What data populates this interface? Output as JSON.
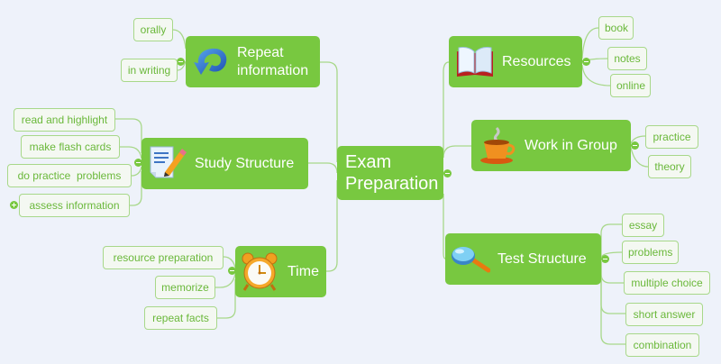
{
  "diagram": {
    "central": {
      "label": "Exam\nPreparation"
    },
    "branches": [
      {
        "id": "repeat",
        "label": "Repeat\ninformation",
        "icon": "refresh-arrow-icon",
        "children": [
          "orally",
          "in writing"
        ]
      },
      {
        "id": "study",
        "label": "Study Structure",
        "icon": "document-pencil-icon",
        "children": [
          "read and highlight",
          "make flash cards",
          "do practice  problems",
          "assess information"
        ]
      },
      {
        "id": "time",
        "label": "Time",
        "icon": "alarm-clock-icon",
        "children": [
          "resource preparation",
          "memorize",
          "repeat facts"
        ]
      },
      {
        "id": "resources",
        "label": "Resources",
        "icon": "open-book-icon",
        "children": [
          "book",
          "notes",
          "online"
        ]
      },
      {
        "id": "group",
        "label": "Work in Group",
        "icon": "coffee-cup-icon",
        "children": [
          "practice",
          "theory"
        ]
      },
      {
        "id": "test",
        "label": "Test Structure",
        "icon": "magnifier-icon",
        "children": [
          "essay",
          "problems",
          "multiple choice",
          "short answer",
          "combination"
        ]
      }
    ]
  },
  "colors": {
    "node_fill": "#78c840",
    "leaf_border": "#a8d88a",
    "leaf_text": "#6ab83a",
    "background": "#eef2fa"
  }
}
